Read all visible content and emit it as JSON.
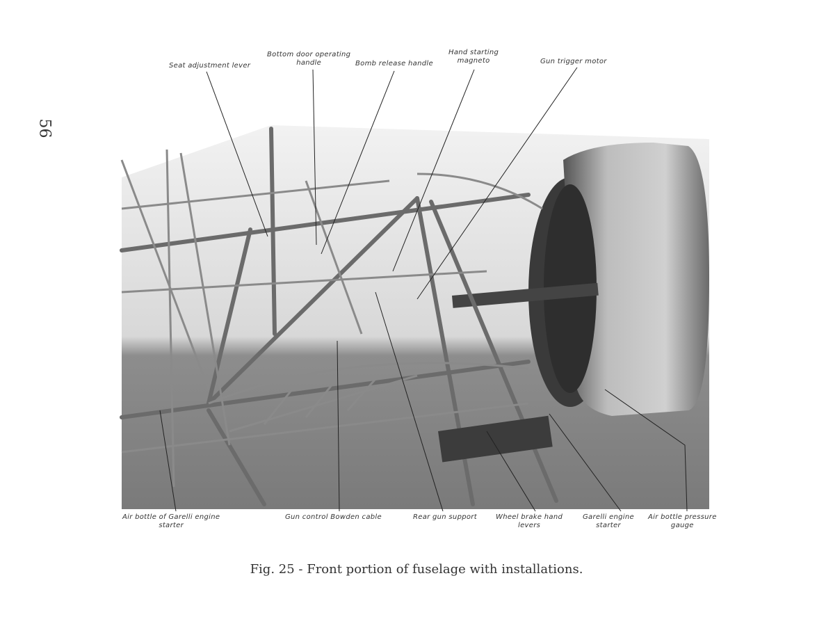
{
  "page_number": "56",
  "figure": {
    "caption": "Fig. 25 - Front portion of fuselage with installations.",
    "top_labels": [
      {
        "id": "seat-adjustment-lever",
        "text": "Seat adjustment lever"
      },
      {
        "id": "bottom-door-operating-handle",
        "line1": "Bottom door operating",
        "line2": "handle"
      },
      {
        "id": "bomb-release-handle",
        "text": "Bomb release handle"
      },
      {
        "id": "hand-starting-magneto",
        "line1": "Hand starting",
        "line2": "magneto"
      },
      {
        "id": "gun-trigger-motor",
        "text": "Gun trigger motor"
      }
    ],
    "bottom_labels": [
      {
        "id": "air-bottle",
        "line1": "Air bottle of Garelli engine",
        "line2": "starter"
      },
      {
        "id": "gun-control-bowden-cable",
        "text": "Gun control Bowden cable"
      },
      {
        "id": "rear-gun-support",
        "text": "Rear gun support"
      },
      {
        "id": "wheel-brake-hand-levers",
        "line1": "Wheel brake hand",
        "line2": "levers"
      },
      {
        "id": "garelli-engine-starter",
        "line1": "Garelli engine",
        "line2": "starter"
      },
      {
        "id": "air-bottle-pressure-gauge",
        "line1": "Air bottle pressure",
        "line2": "gauge"
      }
    ]
  }
}
